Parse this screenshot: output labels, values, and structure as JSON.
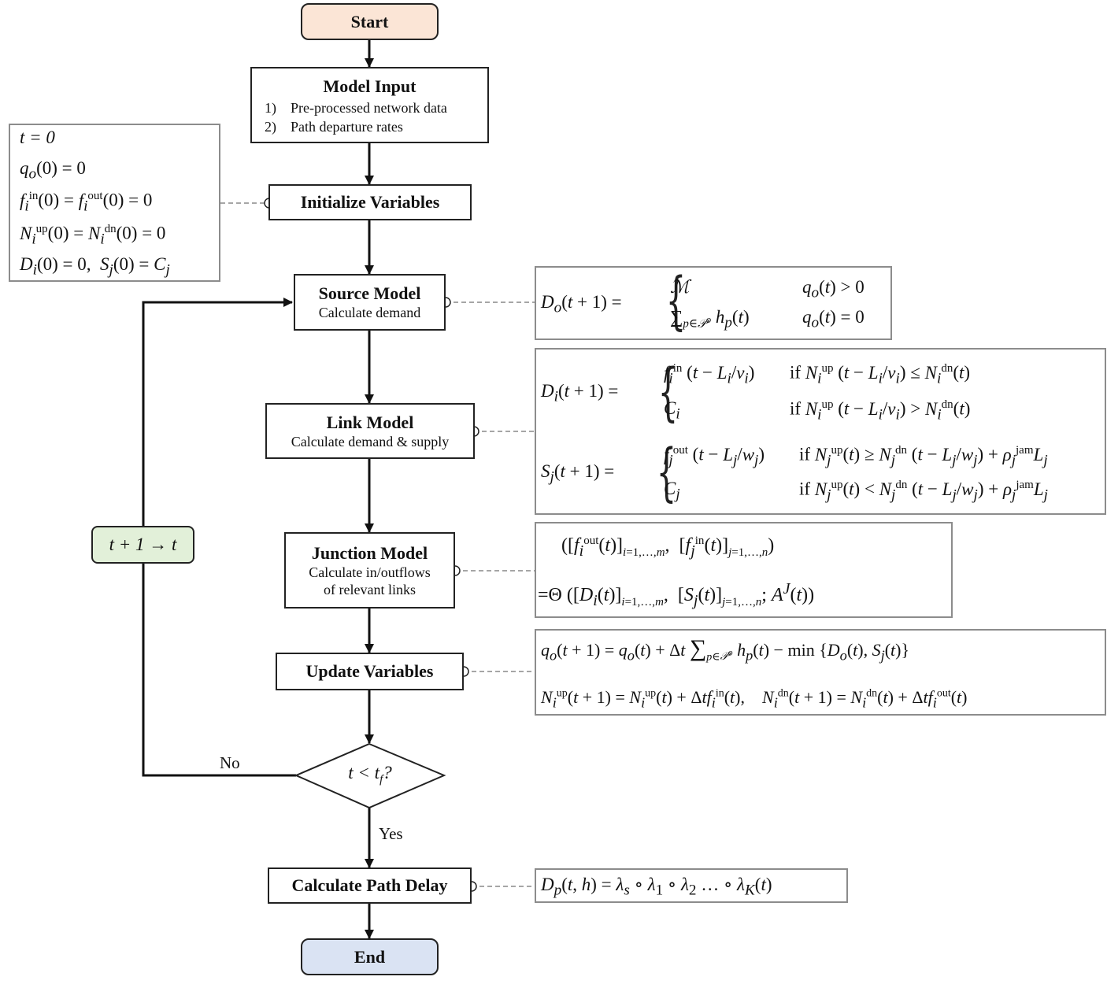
{
  "nodes": {
    "start": "Start",
    "model_input": {
      "title": "Model Input",
      "items": [
        "1)    Pre-processed network data",
        "2)    Path departure rates"
      ]
    },
    "initialize": "Initialize Variables",
    "source": {
      "title": "Source Model",
      "sub": "Calculate demand"
    },
    "link": {
      "title": "Link Model",
      "sub": "Calculate demand & supply"
    },
    "junction": {
      "title": "Junction Model",
      "sub1": "Calculate in/outflows",
      "sub2": "of relevant links"
    },
    "update": "Update Variables",
    "decision": "t < t_f?",
    "path_delay": "Calculate Path Delay",
    "end": "End",
    "counter": "t + 1 → t"
  },
  "edge_labels": {
    "no": "No",
    "yes": "Yes"
  },
  "init_conditions": [
    "t = 0",
    "q_o(0) = 0",
    "f_i^in(0) = f_i^out(0) = 0",
    "N_i^up(0) = N_i^dn(0) = 0",
    "D_i(0) = 0,  S_j(0) = C_j"
  ],
  "formulas": {
    "source": [
      "D_o(t + 1) =",
      "ℳ",
      "q_o(t) > 0",
      "Σ_{p∈𝒫^o} h_p(t)",
      "q_o(t) = 0"
    ],
    "link_d": [
      "D_i(t + 1) =",
      "f_i^in (t − L_i/v_i)",
      "if N_i^up (t − L_i/v_i) ≤ N_i^dn(t)",
      "C_i",
      "if N_i^up (t − L_i/v_i) > N_i^dn(t)"
    ],
    "link_s": [
      "S_j(t + 1) =",
      "f_j^out (t − L_j/w_j)",
      "if N_j^up(t) ≥ N_j^dn (t − L_j/w_j) + ρ_j^jam L_j",
      "C_j",
      "if N_j^up(t) < N_j^dn (t − L_j/w_j) + ρ_j^jam L_j"
    ],
    "junction": [
      "([f_i^out(t)]_{i=1,…,m}, [f_j^in(t)]_{j=1,…,n})",
      "=Θ ([D_i(t)]_{i=1,…,m}, [S_j(t)]_{j=1,…,n}; A^J(t))"
    ],
    "update": [
      "q_o(t + 1) = q_o(t) + Δt Σ_{p∈𝒫^o} h_p(t) − min {D_o(t), S_j(t)}",
      "N_i^up(t + 1) = N_i^up(t) + Δt f_i^in(t),    N_i^dn(t + 1) = N_i^dn(t) + Δt f_i^out(t)"
    ],
    "path_delay": "D_p(t, h) = λ_s ∘ λ_1 ∘ λ_2 … ∘ λ_K(t)"
  },
  "colors": {
    "start_fill": "#fbe5d6",
    "end_fill": "#dae3f3",
    "counter_fill": "#e2f0d9",
    "formula_border": "#8c8c8c"
  }
}
